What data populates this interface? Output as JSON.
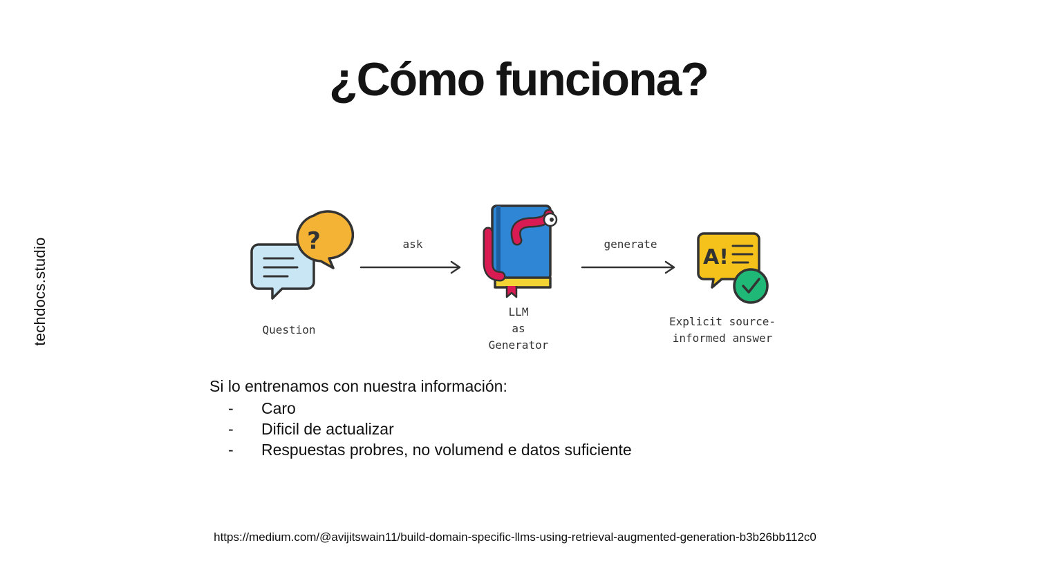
{
  "brand": "techdocs.studio",
  "slide": {
    "title": "¿Cómo funciona?"
  },
  "diagram": {
    "nodes": {
      "question": {
        "label": "Question"
      },
      "llm": {
        "label_lines": [
          "LLM",
          "as",
          "Generator"
        ]
      },
      "answer": {
        "label_lines": [
          "Explicit source-",
          "informed answer"
        ]
      }
    },
    "edges": {
      "ask": {
        "label": "ask"
      },
      "generate": {
        "label": "generate"
      }
    },
    "colors": {
      "bubble_blue": "#c9e6f5",
      "bubble_orange": "#f5b335",
      "book_blue": "#2f86d4",
      "worm_red": "#d81b52",
      "answer_yellow": "#f4c21a",
      "check_green": "#1fb877"
    }
  },
  "content": {
    "intro": "Si lo entrenamos con nuestra información:",
    "bullet_marker": "-",
    "bullets": [
      "Caro",
      "Dificil de actualizar",
      "Respuestas probres, no volumend e datos suficiente"
    ]
  },
  "source_url": "https://medium.com/@avijitswain11/build-domain-specific-llms-using-retrieval-augmented-generation-b3b26bb112c0"
}
